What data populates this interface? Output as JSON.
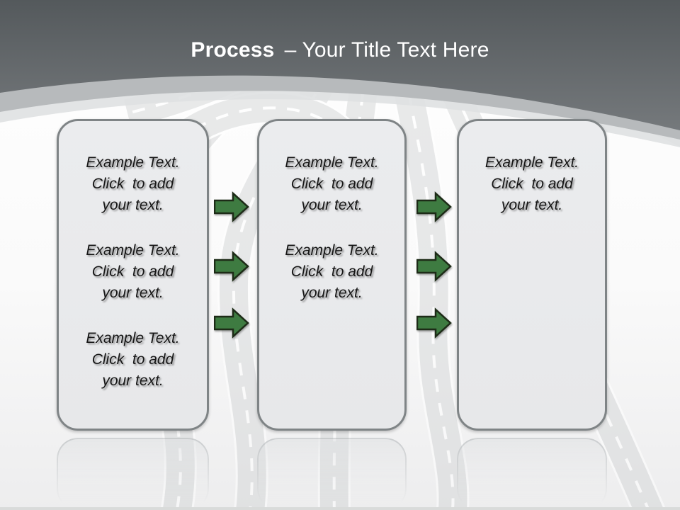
{
  "title": {
    "emphasis": "Process",
    "rest": "– Your Title Text Here"
  },
  "boxes": [
    {
      "name": "process-step-1",
      "texts": [
        "Example Text.\nClick  to add\nyour text.",
        "Example Text.\nClick  to add\nyour text.",
        "Example Text.\nClick  to add\nyour text."
      ]
    },
    {
      "name": "process-step-2",
      "texts": [
        "Example Text.\nClick  to add\nyour text.",
        "Example Text.\nClick  to add\nyour text."
      ]
    },
    {
      "name": "process-step-3",
      "texts": [
        "Example Text.\nClick  to add\nyour text."
      ]
    }
  ],
  "arrows": {
    "direction": "right",
    "group_1_count": 3,
    "group_2_count": 3
  },
  "colors": {
    "header-top": "#54595c",
    "header-bottom": "#75797c",
    "band-mid": "#b7babc",
    "band-light": "#dfe1e2",
    "box-fill": "#e9eaeb",
    "box-border": "#7f8486",
    "arrow-fill": "#3e7b41",
    "arrow-border": "#1d2b17",
    "text": "#161616",
    "title": "#ffffff",
    "road": "#d7d9da"
  }
}
